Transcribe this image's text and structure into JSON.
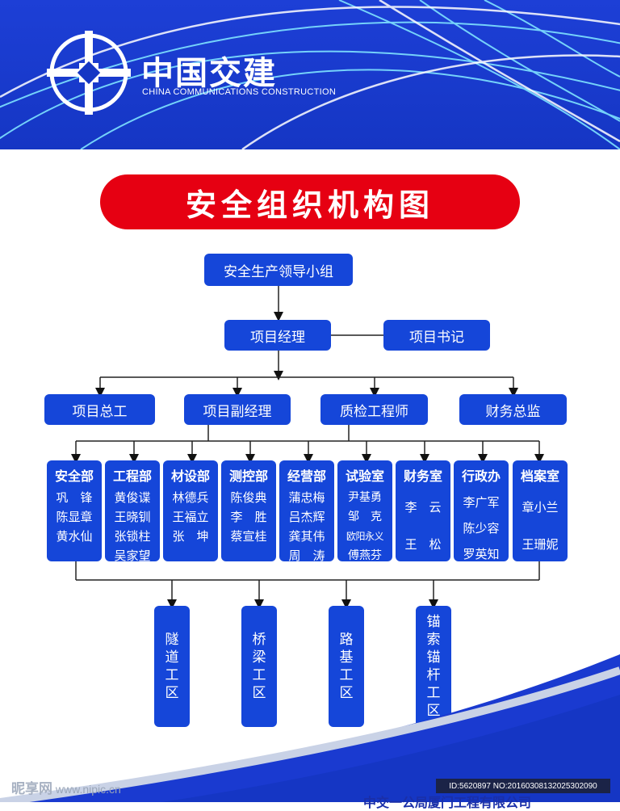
{
  "brand": {
    "name_cn": "中国交建",
    "name_en": "CHINA COMMUNICATIONS CONSTRUCTION",
    "logo_icon": "ccc-logo-icon",
    "primary_color": "#1546d9",
    "accent_color": "#e60012"
  },
  "title": "安全组织机构图",
  "levels": {
    "top": "安全生产领导小组",
    "manager": "项目经理",
    "secretary": "项目书记",
    "third": [
      "项目总工",
      "项目副经理",
      "质检工程师",
      "财务总监"
    ]
  },
  "departments": [
    {
      "name": "安全部",
      "members": [
        "巩　锋",
        "陈显章",
        "黄水仙"
      ]
    },
    {
      "name": "工程部",
      "members": [
        "黄俊谍",
        "王晓钏",
        "张锁柱",
        "吴家望"
      ]
    },
    {
      "name": "材设部",
      "members": [
        "林德兵",
        "王福立",
        "张　坤"
      ]
    },
    {
      "name": "测控部",
      "members": [
        "陈俊典",
        "李　胜",
        "蔡宣桂"
      ]
    },
    {
      "name": "经营部",
      "members": [
        "蒲忠梅",
        "吕杰辉",
        "龚其伟",
        "周　涛"
      ]
    },
    {
      "name": "试验室",
      "members": [
        "尹基勇",
        "邹　克",
        "欧阳永义",
        "傅燕芬"
      ]
    },
    {
      "name": "财务室",
      "members": [
        "李　云",
        "王　松"
      ]
    },
    {
      "name": "行政办",
      "members": [
        "李广军",
        "陈少容",
        "罗英知"
      ]
    },
    {
      "name": "档案室",
      "members": [
        "章小兰",
        "王珊妮"
      ]
    }
  ],
  "zones": [
    "隧道工区",
    "桥梁工区",
    "路基工区",
    "锚索锚杆工区"
  ],
  "footer": {
    "watermark_brand": "昵享网",
    "watermark_url": "www.nipic.cn",
    "id_text": "ID:5620897 NO:20160308132025302090",
    "company": "中交一公局厦门工程有限公司"
  }
}
